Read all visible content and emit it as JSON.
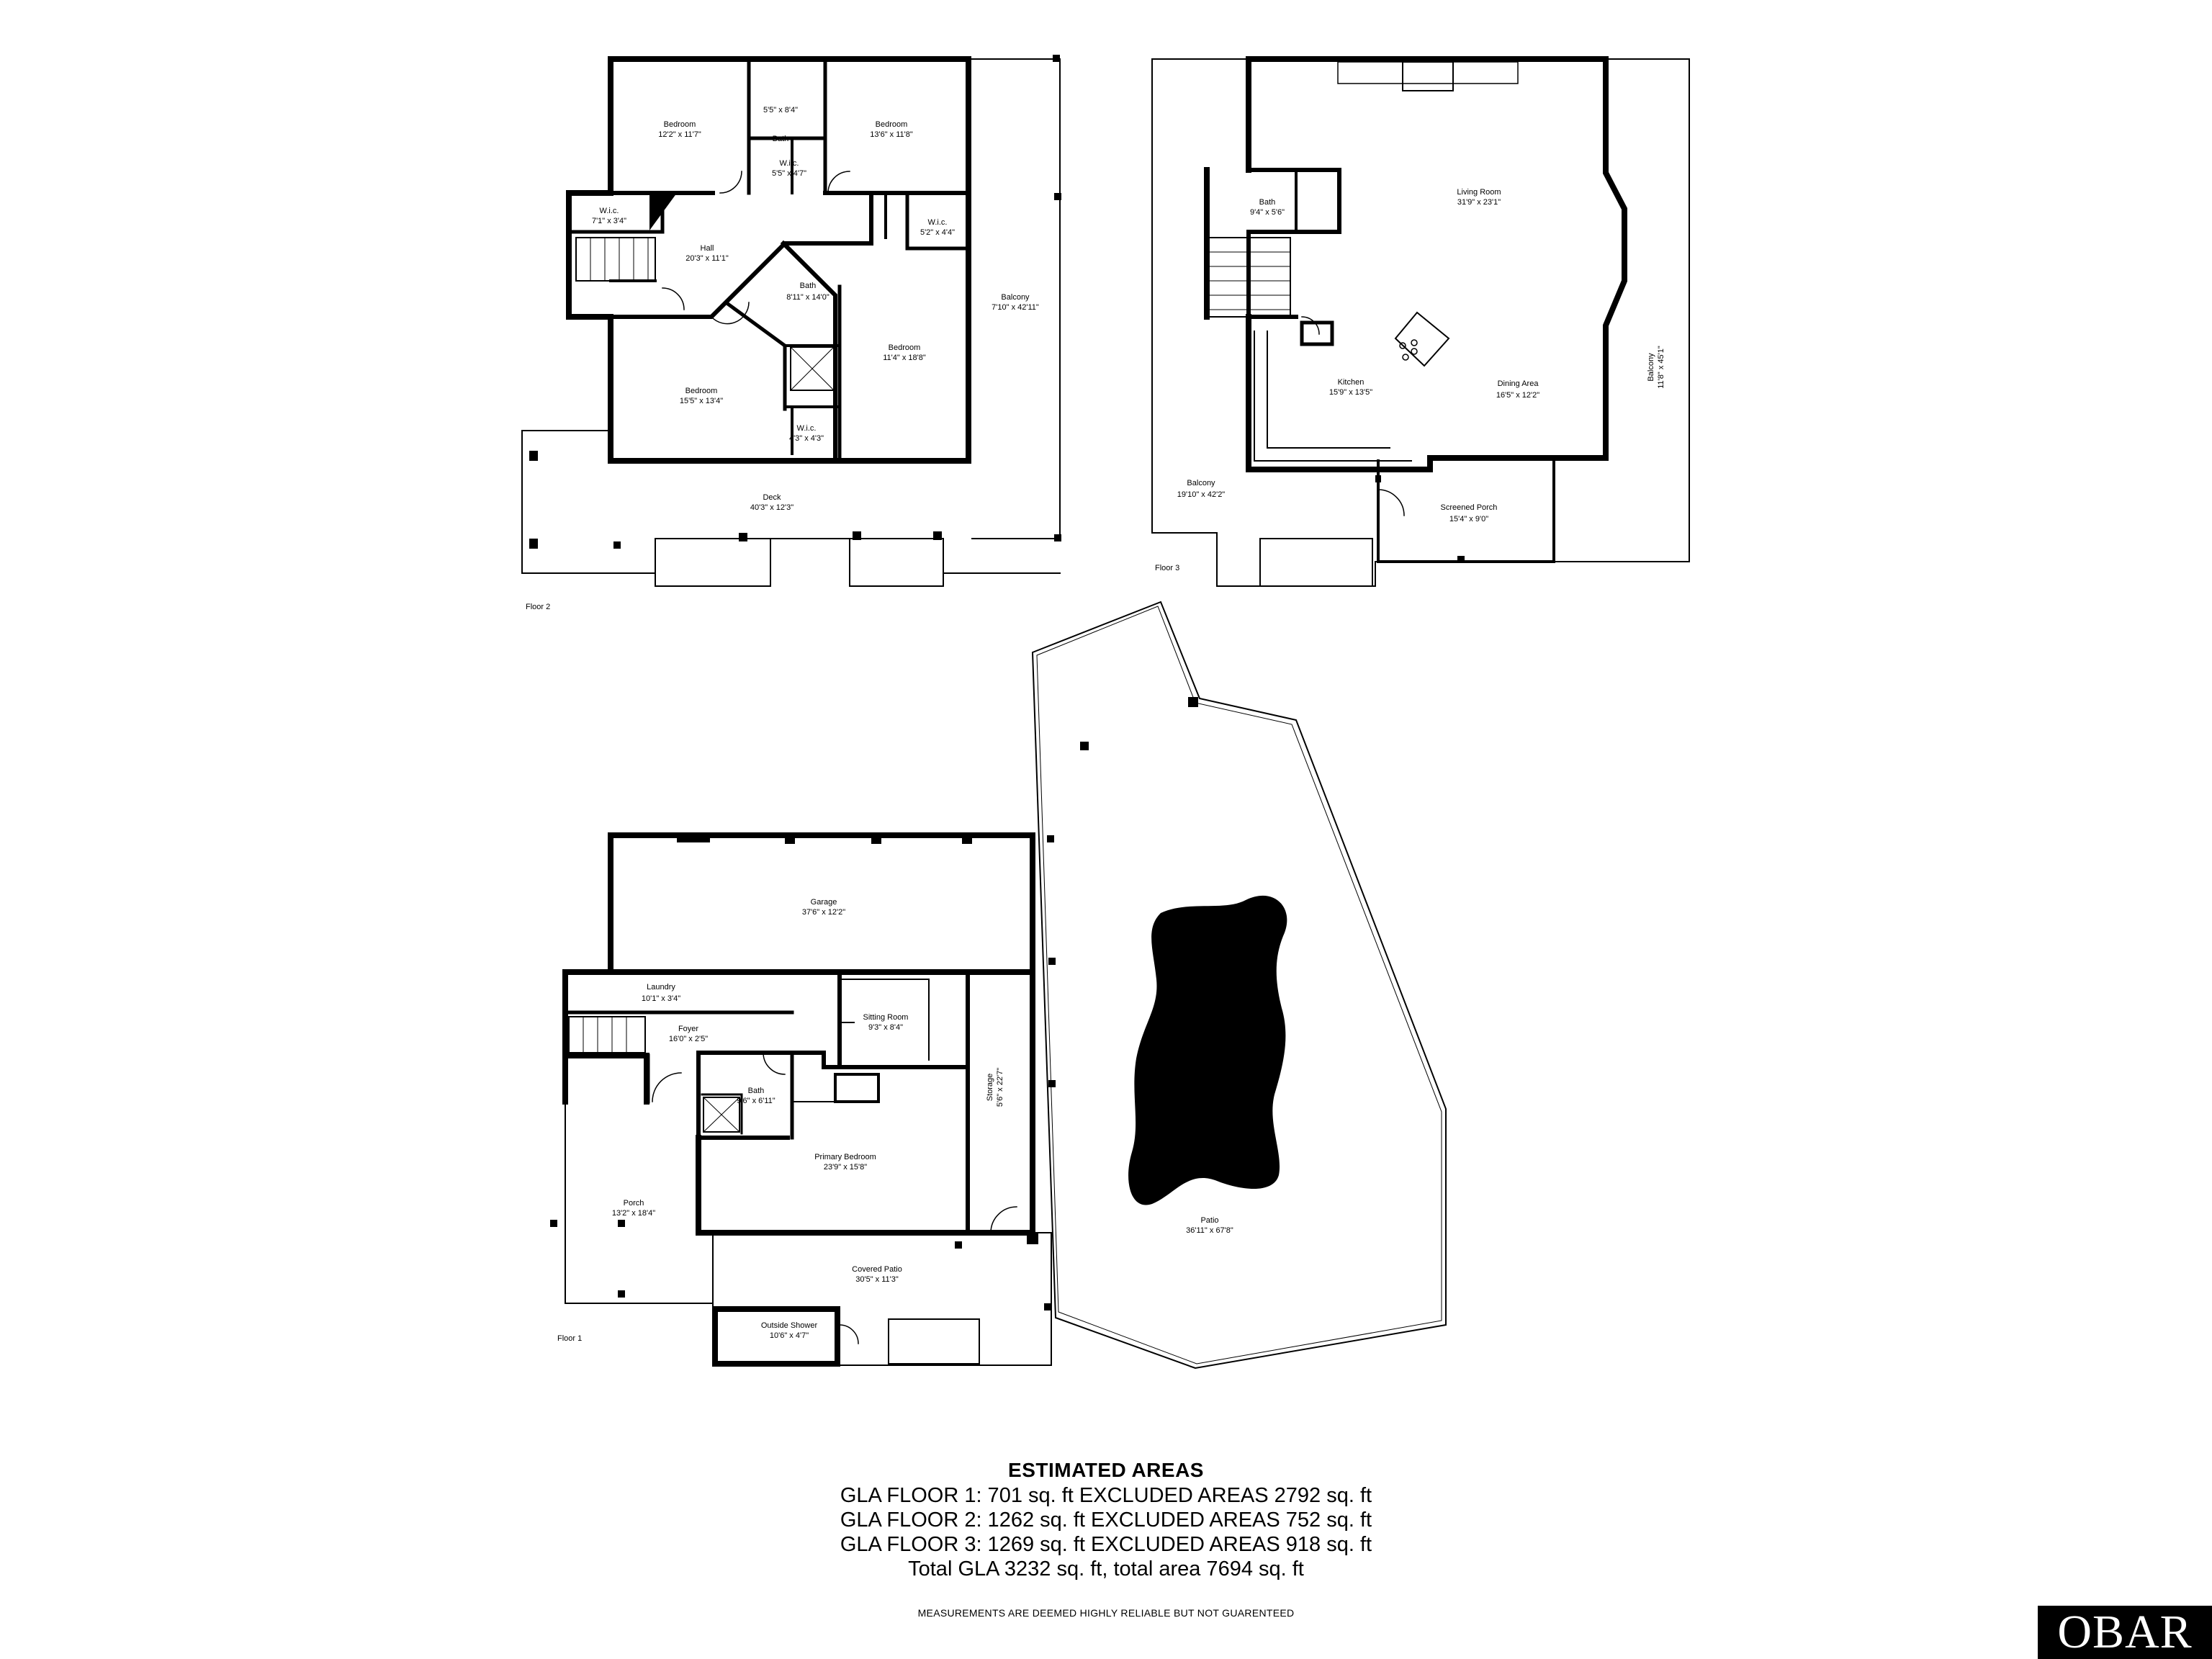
{
  "floors": [
    {
      "label": "Floor 2",
      "rooms": [
        {
          "name": "Bedroom",
          "dim": "12'2\" x 11'7\""
        },
        {
          "name": "Bath",
          "dim": "5'5\" x 8'4\""
        },
        {
          "name": "Bedroom",
          "dim": "13'6\" x 11'8\""
        },
        {
          "name": "W.i.c.",
          "dim": "5'5\" x 4'7\""
        },
        {
          "name": "W.i.c.",
          "dim": "7'1\" x 3'4\""
        },
        {
          "name": "W.i.c.",
          "dim": "5'2\" x 4'4\""
        },
        {
          "name": "Hall",
          "dim": "20'3\" x 11'1\""
        },
        {
          "name": "Bath",
          "dim": "8'11\" x 14'0\""
        },
        {
          "name": "Balcony",
          "dim": "7'10\" x 42'11\""
        },
        {
          "name": "Bedroom",
          "dim": "11'4\" x 18'8\""
        },
        {
          "name": "Bedroom",
          "dim": "15'5\" x 13'4\""
        },
        {
          "name": "W.i.c.",
          "dim": "4'3\" x 4'3\""
        },
        {
          "name": "Deck",
          "dim": "40'3\" x 12'3\""
        }
      ]
    },
    {
      "label": "Floor 3",
      "rooms": [
        {
          "name": "Living Room",
          "dim": "31'9\" x 23'1\""
        },
        {
          "name": "Bath",
          "dim": "9'4\" x 5'6\""
        },
        {
          "name": "Kitchen",
          "dim": "15'9\" x 13'5\""
        },
        {
          "name": "Dining Area",
          "dim": "16'5\" x 12'2\""
        },
        {
          "name": "Balcony",
          "dim": "11'8\" x 45'1\""
        },
        {
          "name": "Balcony",
          "dim": "19'10\" x 42'2\""
        },
        {
          "name": "Screened Porch",
          "dim": "15'4\" x 9'0\""
        }
      ]
    },
    {
      "label": "Floor 1",
      "rooms": [
        {
          "name": "Garage",
          "dim": "37'6\" x 12'2\""
        },
        {
          "name": "Laundry",
          "dim": "10'1\" x 3'4\""
        },
        {
          "name": "Foyer",
          "dim": "16'0\" x 2'5\""
        },
        {
          "name": "Sitting Room",
          "dim": "9'3\" x 8'4\""
        },
        {
          "name": "Bath",
          "dim": "9'6\" x 6'11\""
        },
        {
          "name": "Storage",
          "dim": "5'6\" x 22'7\""
        },
        {
          "name": "Primary Bedroom",
          "dim": "23'9\" x 15'8\""
        },
        {
          "name": "Porch",
          "dim": "13'2\" x 18'4\""
        },
        {
          "name": "Patio",
          "dim": "36'11\" x 67'8\""
        },
        {
          "name": "Covered Patio",
          "dim": "30'5\" x 11'3\""
        },
        {
          "name": "Outside Shower",
          "dim": "10'6\" x 4'7\""
        }
      ]
    }
  ],
  "areas": {
    "title": "ESTIMATED AREAS",
    "lines": [
      "GLA FLOOR 1: 701 sq. ft EXCLUDED AREAS 2792 sq. ft",
      "GLA FLOOR 2: 1262 sq. ft EXCLUDED AREAS 752 sq. ft",
      "GLA FLOOR 3: 1269 sq. ft EXCLUDED AREAS 918 sq. ft",
      "Total GLA 3232 sq. ft, total area 7694 sq. ft"
    ]
  },
  "disclaimer": "MEASUREMENTS ARE DEEMED HIGHLY RELIABLE BUT NOT GUARENTEED",
  "logo": "OBAR",
  "colors": {
    "wall": "#000000",
    "background": "#ffffff",
    "pool": "#000000"
  }
}
